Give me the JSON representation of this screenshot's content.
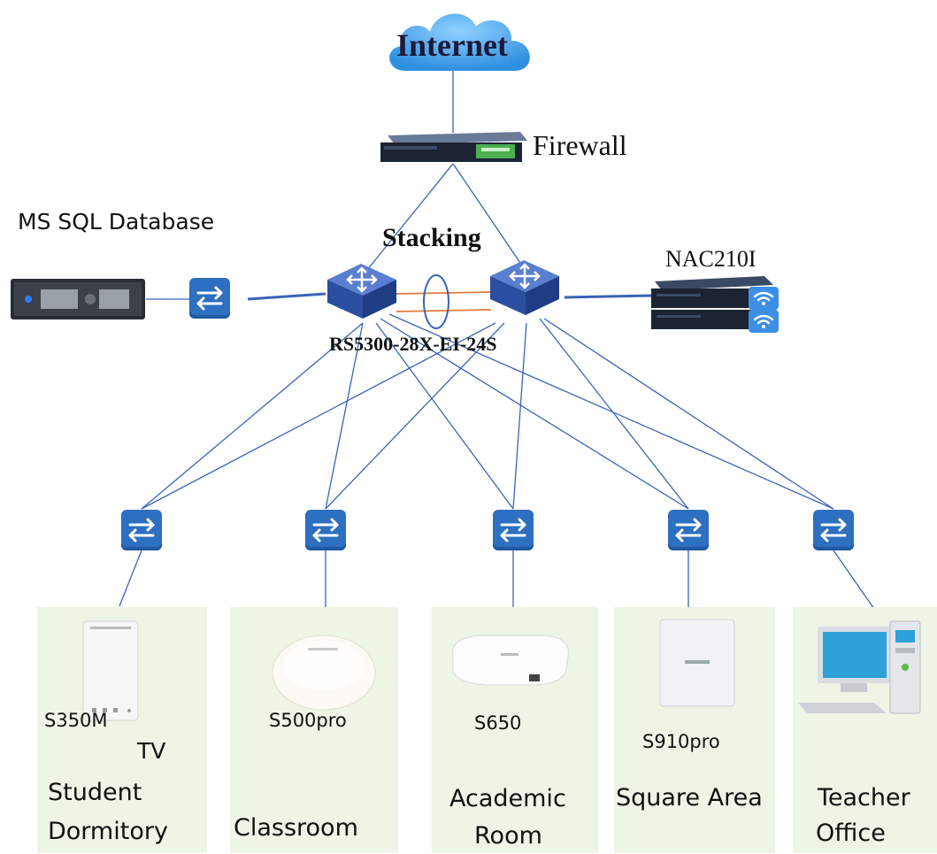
{
  "internet": {
    "label": "Internet"
  },
  "firewall": {
    "label": "Firewall"
  },
  "database": {
    "label": "MS SQL Database"
  },
  "stacking": {
    "label": "Stacking"
  },
  "nac": {
    "label": "NAC210I"
  },
  "core_switch": {
    "label": "RS5300-28X-EI-24S"
  },
  "areas": [
    {
      "device": "S350M",
      "extra": "TV",
      "area_line1": "Student",
      "area_line2": "Dormitory"
    },
    {
      "device": "S500pro",
      "area_line1": "Classroom"
    },
    {
      "device": "S650",
      "area_line1": "Academic",
      "area_line2": "Room"
    },
    {
      "device": "S910pro",
      "area_line1": "Square Area"
    },
    {
      "area_line1": "Teacher",
      "area_line2": "Office"
    }
  ],
  "colors": {
    "link": "#3a63b8",
    "stack_link": "#e07a3a",
    "switch": "#2d6fc0",
    "panel": "#eef5e6"
  }
}
